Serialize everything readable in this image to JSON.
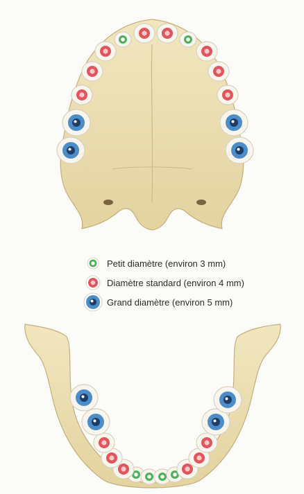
{
  "legend": {
    "small": "Petit diamètre (environ 3 mm)",
    "standard": "Diamètre standard (environ 4 mm)",
    "large": "Grand diamètre (environ 5 mm)"
  },
  "colors": {
    "bone": "#ece0b4",
    "bone_edge": "#c9b27e",
    "tooth": "#f7f5ee",
    "small_implant": "#4fb159",
    "standard_implant": "#e2555c",
    "large_implant": "#4c8cc7"
  },
  "upper_arch": {
    "implants": [
      "small",
      "standard",
      "standard",
      "small",
      "standard",
      "standard",
      "standard",
      "large",
      "large",
      "standard",
      "standard",
      "standard",
      "large",
      "large"
    ]
  },
  "lower_arch": {
    "implants": [
      "small",
      "small",
      "small",
      "small",
      "standard",
      "standard",
      "standard",
      "standard",
      "standard",
      "standard",
      "large",
      "large",
      "large",
      "large"
    ]
  }
}
